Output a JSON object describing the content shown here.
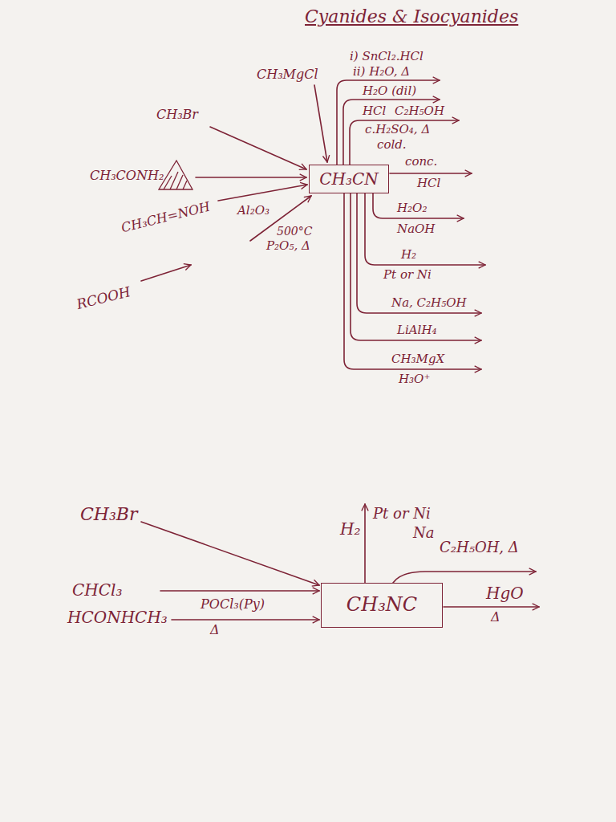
{
  "diagram": {
    "title": "Cyanides & Isocyanides",
    "nodes": [
      {
        "text": [
          "CH₃CN"
        ]
      },
      {
        "text": [
          "CH₃NC"
        ]
      }
    ],
    "labels": [
      "CH₃MgCl",
      "i) SnCl₂.HCl",
      "ii) H₂O, Δ",
      "H₂O (dil)",
      "HCl",
      "C₂H₅OH",
      "c.H₂SO₄, Δ",
      "cold.",
      "conc.",
      "HCl",
      "CH₃Br",
      "CH₃CONH₂",
      "CH₃CH=NOH",
      "Al₂O₃",
      "500°C",
      "P₂O₅, Δ",
      "RCOOH",
      "H₂O₂",
      "NaOH",
      "H₂",
      "Pt or Ni",
      "Na, C₂H₅OH",
      "LiAlH₄",
      "CH₃MgX",
      "H₃O⁺",
      "CH₃Br",
      "CHCl₃",
      "HCONHCH₃",
      "POCl₃(Py)",
      "Δ",
      "H₂",
      "Pt or Ni",
      "Na",
      "C₂H₅OH, Δ",
      "HgO",
      "Δ"
    ]
  }
}
